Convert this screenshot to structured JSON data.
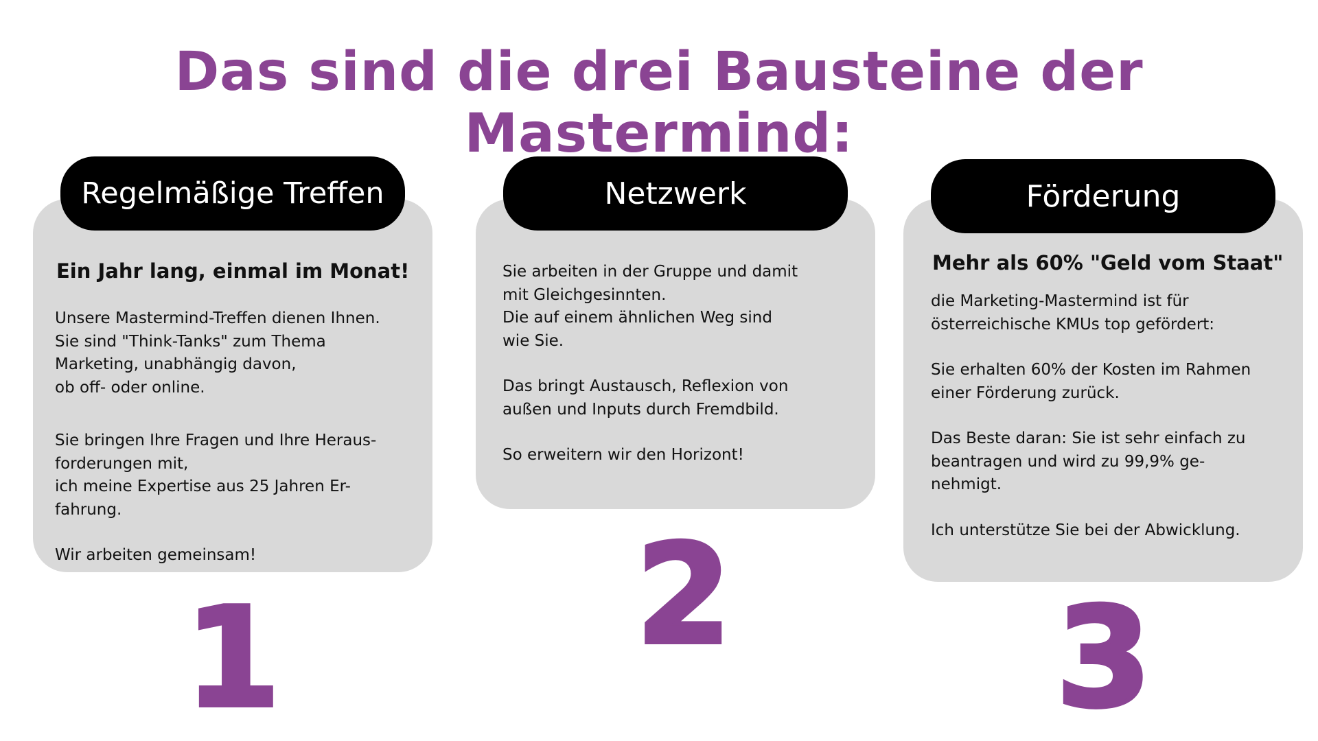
{
  "title": "Das sind die drei Bausteine der Mastermind:",
  "colors": {
    "accent": "#8a4493",
    "card": "#d9d9d9",
    "pill": "#000000"
  },
  "cards": [
    {
      "header": "Regelmäßige Treffen",
      "subtitle": "Ein Jahr lang, einmal im Monat!",
      "paragraphs": [
        "Unsere Mastermind-Treffen dienen Ihnen.\nSie sind \"Think-Tanks\" zum Thema\nMarketing, unabhängig davon,\nob off- oder online.",
        "Sie bringen Ihre Fragen und Ihre Heraus-\nforderungen mit,\nich meine Expertise aus 25 Jahren Er-\nfahrung.",
        "Wir arbeiten gemeinsam!"
      ],
      "number": "1"
    },
    {
      "header": "Netzwerk",
      "paragraphs": [
        "Sie arbeiten in der Gruppe und damit\nmit Gleichgesinnten.\nDie auf einem ähnlichen Weg sind\nwie Sie.",
        "Das bringt Austausch, Reflexion von\naußen und Inputs durch Fremdbild.",
        "So erweitern wir den Horizont!"
      ],
      "number": "2"
    },
    {
      "header": "Förderung",
      "subtitle": "Mehr als 60% \"Geld vom Staat\"",
      "paragraphs": [
        "die Marketing-Mastermind ist für\nösterreichische KMUs top gefördert:",
        "Sie erhalten 60% der Kosten im Rahmen\neiner Förderung zurück.",
        "Das Beste daran: Sie ist sehr einfach zu\nbeantragen und wird zu 99,9% ge-\nnehmigt.",
        "Ich unterstütze Sie bei der Abwicklung."
      ],
      "number": "3"
    }
  ]
}
